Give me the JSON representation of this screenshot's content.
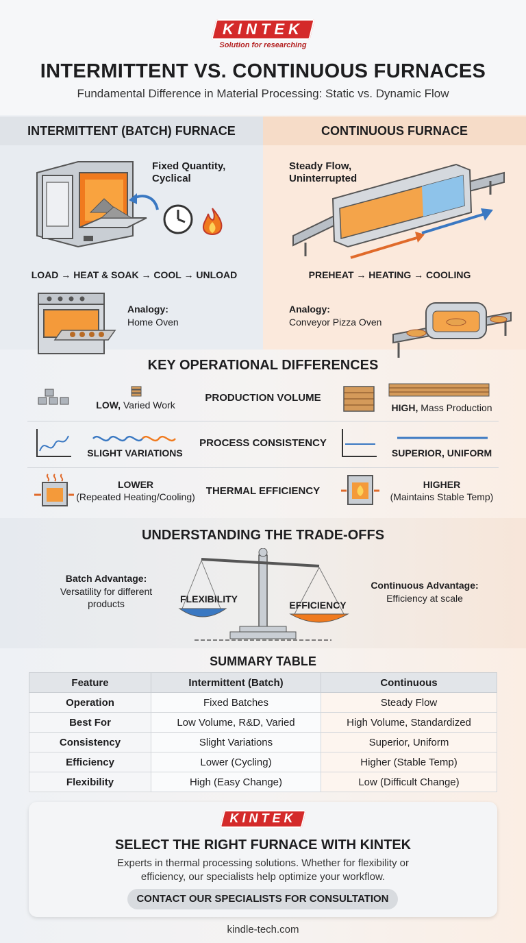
{
  "header": {
    "logo": "KINTEK",
    "tagline": "Solution for researching",
    "title": "INTERMITTENT VS. CONTINUOUS FURNACES",
    "subtitle": "Fundamental Difference in Material Processing: Static vs. Dynamic Flow"
  },
  "batch": {
    "heading": "INTERMITTENT (BATCH) FURNACE",
    "caption_line1": "Fixed Quantity,",
    "caption_line2": "Cyclical",
    "flow": "LOAD → HEAT & SOAK → COOL → UNLOAD",
    "analogy_title": "Analogy:",
    "analogy_text": "Home Oven"
  },
  "continuous": {
    "heading": "CONTINUOUS FURNACE",
    "caption_line1": "Steady Flow,",
    "caption_line2": "Uninterrupted",
    "flow": "PREHEAT → HEATING → COOLING",
    "analogy_title": "Analogy:",
    "analogy_text": "Conveyor Pizza Oven"
  },
  "differences": {
    "title": "KEY OPERATIONAL DIFFERENCES",
    "rows": [
      {
        "label": "PRODUCTION VOLUME",
        "batch_bold": "LOW,",
        "batch_text": " Varied Work",
        "cont_bold": "HIGH,",
        "cont_text": " Mass Production"
      },
      {
        "label": "PROCESS CONSISTENCY",
        "batch_bold": "SLIGHT VARIATIONS",
        "batch_text": "",
        "cont_bold": "SUPERIOR, UNIFORM",
        "cont_text": ""
      },
      {
        "label": "THERMAL EFFICIENCY",
        "batch_bold": "LOWER",
        "batch_text": "(Repeated Heating/Cooling)",
        "cont_bold": "HIGHER",
        "cont_text": "(Maintains Stable Temp)"
      }
    ]
  },
  "tradeoffs": {
    "title": "UNDERSTANDING THE TRADE-OFFS",
    "batch_adv_title": "Batch Advantage:",
    "batch_adv_line1": "Versatility for different",
    "batch_adv_line2": "products",
    "left_pan": "FLEXIBILITY",
    "right_pan": "EFFICIENCY",
    "cont_adv_title": "Continuous Advantage:",
    "cont_adv_text": "Efficiency at scale"
  },
  "summary": {
    "title": "SUMMARY TABLE",
    "headers": [
      "Feature",
      "Intermittent (Batch)",
      "Continuous"
    ],
    "rows": [
      [
        "Operation",
        "Fixed Batches",
        "Steady Flow"
      ],
      [
        "Best For",
        "Low Volume, R&D, Varied",
        "High Volume, Standardized"
      ],
      [
        "Consistency",
        "Slight Variations",
        "Superior, Uniform"
      ],
      [
        "Efficiency",
        "Lower (Cycling)",
        "Higher (Stable Temp)"
      ],
      [
        "Flexibility",
        "High (Easy Change)",
        "Low (Difficult Change)"
      ]
    ]
  },
  "cta": {
    "logo": "KINTEK",
    "title": "SELECT THE RIGHT FURNACE WITH KINTEK",
    "text_line1": "Experts in thermal processing solutions. Whether for flexibility or",
    "text_line2": "efficiency, our specialists help optimize your workflow.",
    "button": "CONTACT OUR SPECIALISTS FOR CONSULTATION"
  },
  "footer": "kindle-tech.com",
  "colors": {
    "brand_red": "#d42a2a",
    "flame": "#f07a1e",
    "blue_accent": "#3a78c2"
  }
}
